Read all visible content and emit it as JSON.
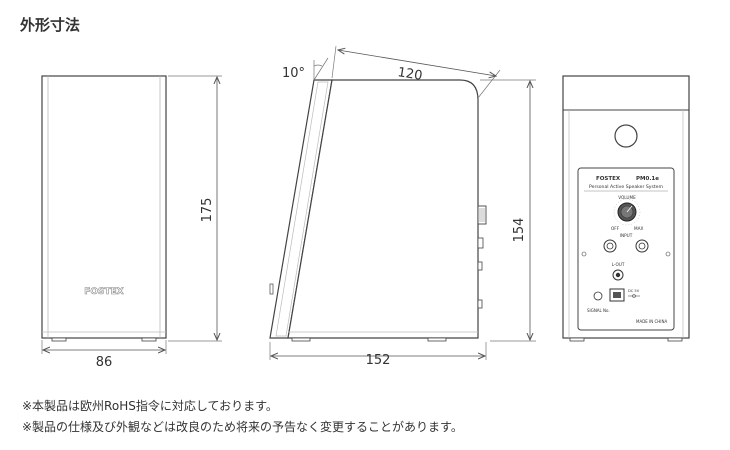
{
  "title": "外形寸法",
  "front_view": {
    "width_dim": "86",
    "height_dim": "175",
    "logo": "FOSTEX"
  },
  "side_view": {
    "tilt_angle": "10°",
    "top_depth_dim": "120",
    "bottom_depth_dim": "152",
    "height_dim": "154"
  },
  "rear_view": {
    "brand": "FOSTEX",
    "model": "PM0.1e",
    "product_desc": "Personal Active Speaker System",
    "volume_label": "VOLUME",
    "off_label": "OFF",
    "max_label": "MAX",
    "input_label": "INPUT",
    "l_out_label": "L-OUT",
    "signal_label": "SIGNAL No.",
    "made_in": "MADE IN CHINA"
  },
  "notes": [
    "※本製品は欧州RoHS指令に対応しております。",
    "※製品の仕様及び外観などは改良のため将来の予告なく変更することがあります。"
  ]
}
